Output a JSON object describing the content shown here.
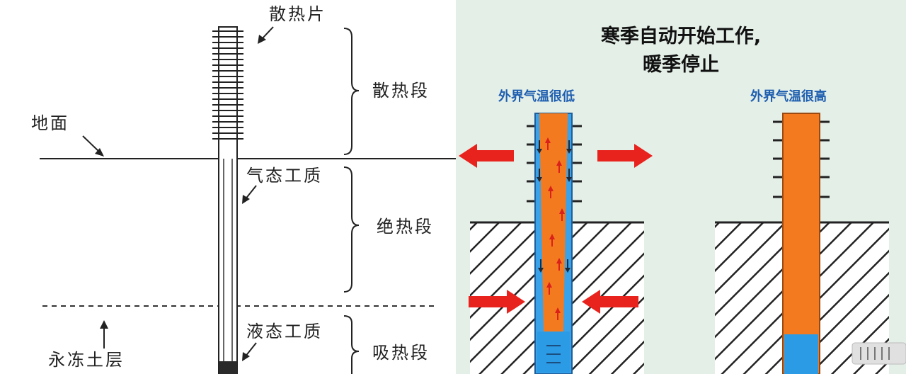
{
  "left": {
    "labels": {
      "fins": "散热片",
      "ground": "地面",
      "gas_medium": "气态工质",
      "liquid_medium": "液态工质",
      "permafrost": "永冻土层",
      "section_release": "散热段",
      "section_insulated": "绝热段",
      "section_absorb": "吸热段"
    }
  },
  "right": {
    "title_line1": "寒季自动开始工作,",
    "title_line2": "暖季停止",
    "cold_caption": "外界气温很低",
    "warm_caption": "外界气温很高"
  },
  "colors": {
    "pipe_orange": "#f47a20",
    "liquid_blue": "#2b9be6",
    "outer_blue": "#3aa2e8",
    "arrow_red": "#e8221c",
    "caption_blue": "#1f5fb0",
    "right_bg": "#e4efe8"
  }
}
